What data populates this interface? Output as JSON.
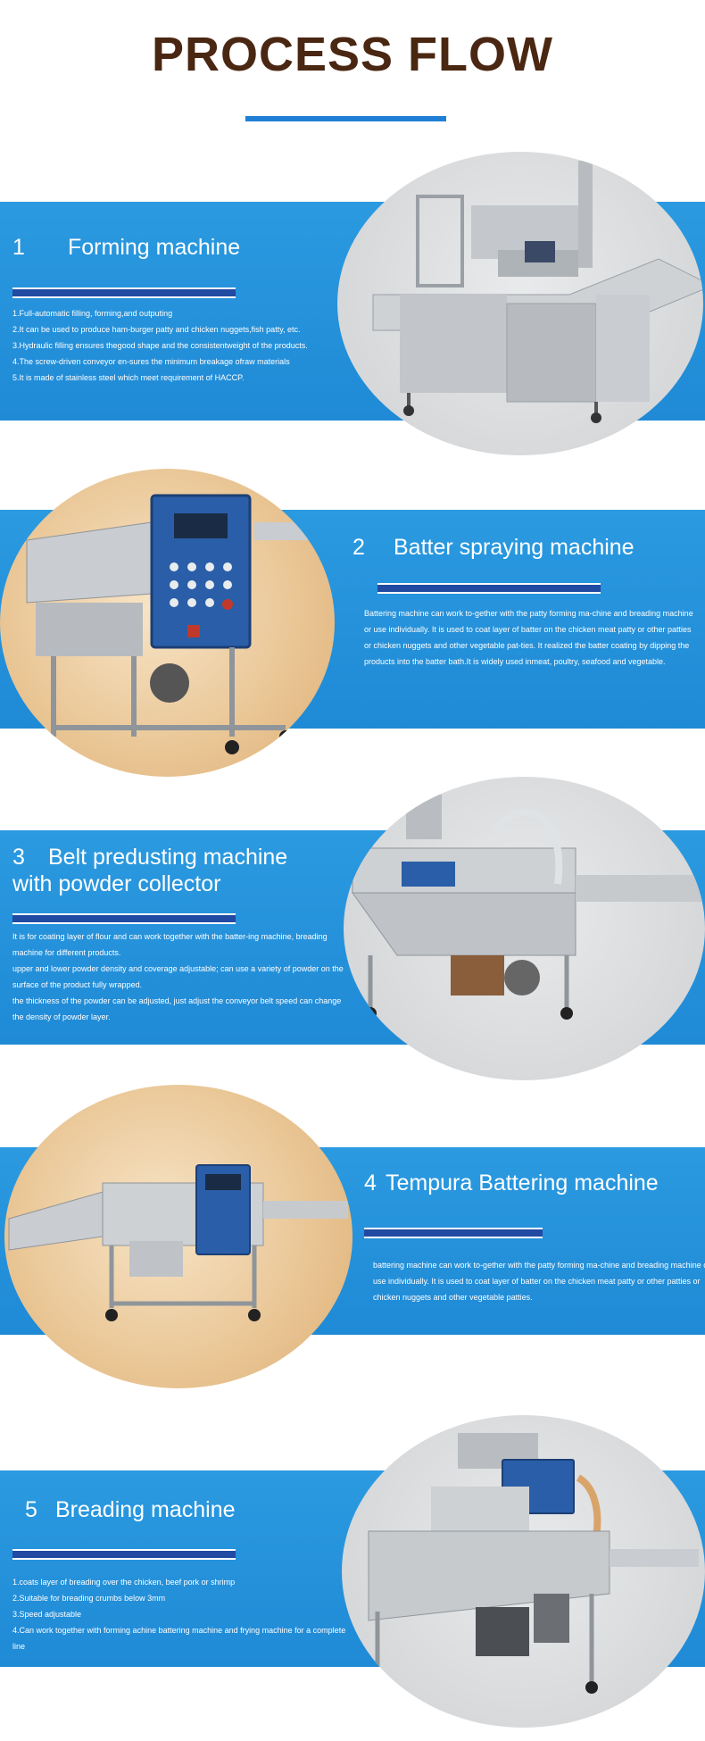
{
  "page": {
    "title": "PROCESS FLOW"
  },
  "sections": [
    {
      "number": "1",
      "title": "Forming machine",
      "lines": [
        "1.Full-automatic filling, forming,and outputing",
        "2.It can be used to produce ham-burger patty and chicken nuggets,fish patty, etc.",
        "3.Hydraulic filling ensures thegood shape and the consistentweight of the products.",
        "4.The screw-driven conveyor en-sures the minimum breakage ofraw materials",
        "5.It is made of stainless steel which meet requirement of HACCP."
      ]
    },
    {
      "number": "2",
      "title": "Batter spraying machine",
      "lines": [
        "Battering machine can work to-gether with the patty forming ma-chine and breading machine",
        "or use individually. It is used to coat layer of batter on the chicken meat patty or other patties",
        "or chicken nuggets and other vegetable pat-ties.   It realized the batter coating by dipping the",
        "products into the batter bath.It is widely used inmeat, poultry, seafood and vegetable."
      ]
    },
    {
      "number": "3",
      "title": "Belt predusting machine",
      "title2": "with powder collector",
      "lines": [
        "It is for coating layer of flour and can work together with the batter-ing machine, breading",
        "machine for different products.",
        "upper and lower powder density and coverage adjustable; can use a variety of powder on the",
        "surface of the product fully wrapped.",
        "the thickness of the powder can be adjusted, just adjust the conveyor belt speed can change",
        "the density of powder layer."
      ]
    },
    {
      "number": "4",
      "title": "Tempura Battering machine",
      "lines": [
        "battering machine can work to-gether with the patty forming ma-chine and breading machine or",
        "use individually. It is used to coat layer of batter on the chicken meat patty or other patties or",
        "chicken nuggets and other vegetable patties."
      ]
    },
    {
      "number": "5",
      "title": "Breading machine",
      "lines": [
        "1.coats layer of breading over the chicken, beef pork or shrimp",
        "2.Suitable for breading crumbs below 3mm",
        "3.Speed adjustable",
        "4.Can work together with forming achine battering machine and frying machine for a complete",
        "line"
      ]
    }
  ],
  "colors": {
    "title": "#4a2712",
    "band": "#2196dc",
    "accent_bar": "#214aa3",
    "title_underline": "#1f7fd4"
  },
  "icons": {
    "s1": "forming-machine-photo",
    "s2": "batter-spraying-machine-photo",
    "s3": "belt-predusting-machine-photo",
    "s4": "tempura-battering-machine-photo",
    "s5": "breading-machine-photo"
  }
}
